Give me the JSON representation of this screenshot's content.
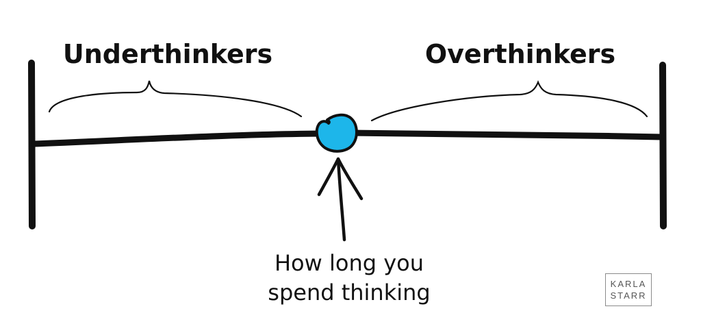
{
  "labels": {
    "left_group": "Underthinkers",
    "right_group": "Overthinkers",
    "pointer_line1": "How long you",
    "pointer_line2": "spend thinking"
  },
  "logo": {
    "line1": "KARLA",
    "line2": "STARR"
  },
  "colors": {
    "ink": "#111111",
    "marker_fill": "#1db6ea",
    "logo_border": "#8a8a8a",
    "logo_text": "#555555"
  }
}
